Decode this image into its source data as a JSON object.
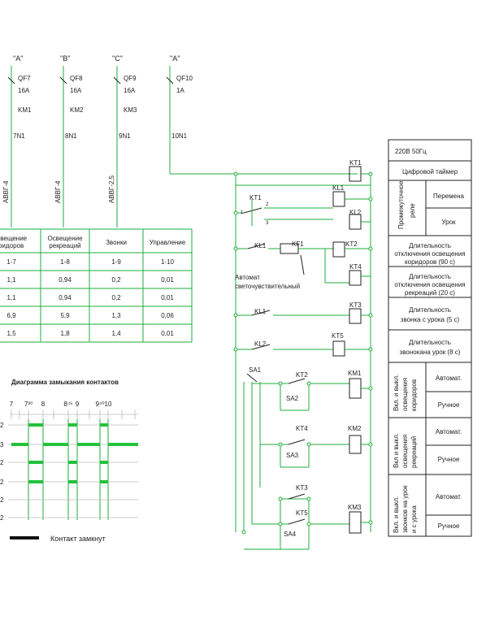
{
  "feeders": [
    {
      "phase": "\"А\"",
      "breaker": "QF7",
      "rating": "16A",
      "contactor": "KM1",
      "node": "7N1",
      "cable": "АВВГ-4"
    },
    {
      "phase": "\"В\"",
      "breaker": "QF8",
      "rating": "16A",
      "contactor": "KM2",
      "node": "8N1",
      "cable": "АВВГ-4"
    },
    {
      "phase": "\"С\"",
      "breaker": "QF9",
      "rating": "16A",
      "contactor": "KM3",
      "node": "9N1",
      "cable": "АВВГ-2,5"
    },
    {
      "phase": "\"А\"",
      "breaker": "QF10",
      "rating": "1A",
      "contactor": "",
      "node": "10N1",
      "cable": ""
    }
  ],
  "load_table": {
    "headers": [
      "Освещение коридоров",
      "Освещение рекреаций",
      "Звонки",
      "Управление"
    ],
    "rows": [
      [
        "1-7",
        "1-8",
        "1-9",
        "1-10"
      ],
      [
        "1,1",
        "0,94",
        "0,2",
        "0,01"
      ],
      [
        "1,1",
        "0,94",
        "0,2",
        "0,01"
      ],
      [
        "6,9",
        "5,9",
        "1,3",
        "0,06"
      ],
      [
        "1,5",
        "1,8",
        "1,4",
        "0,01"
      ]
    ]
  },
  "contact_diagram": {
    "title": "Диаграмма замыкания контактов",
    "ticks": [
      "7",
      "7³⁰",
      "8",
      "8⁴⁵",
      "9",
      "9⁴⁰",
      "10"
    ],
    "row_labels": [
      "2",
      "3",
      "2",
      "2",
      "2",
      "2"
    ],
    "legend": "Контакт замкнут"
  },
  "schematic_labels": {
    "kt1_coil": "KT1",
    "kl1_coil": "KL1",
    "kt1_contact": "KT1",
    "kl2_coil": "KL2",
    "kl1_contact_a": "KL1",
    "kf1": "KF1",
    "kt2_coil": "KT2",
    "kt4_coil": "KT4",
    "auto_1": "Автомат",
    "auto_2": "светочувствительный",
    "kt3_coil": "KT3",
    "kl1_contact_b": "KL1",
    "kt5_coil": "KT5",
    "kl2_contact": "KL2",
    "sa1": "SA1",
    "kt2_contact": "KT2",
    "sa2": "SA2",
    "km1": "KM1",
    "kt4_contact": "KT4",
    "sa3": "SA3",
    "km2": "KM2",
    "kt3_contact": "KT3",
    "kt5_contact": "KT5",
    "sa4": "SA4",
    "km3": "KM3"
  },
  "legend_table": {
    "supply": "220В  50Гц",
    "timer": "Цифровой таймер",
    "relay": "Промежуточное реле",
    "relay_break": "Перемена",
    "relay_lesson": "Урок",
    "dur_corridors": "Длительность отключения освещения коридоров (90 с)",
    "dur_recreation": "Длительность отключения освещения рекреаций (20 с)",
    "bell_from": "Длительность звонка с урока (5 с)",
    "bell_to": "Длительность звонка на урок (8 с)",
    "group_corridors": "Вкл. и выкл. освещения коридоров",
    "group_recreation": "Вкл. и выкл. освещения рекреаций",
    "group_bells": "Вкл. и выкл. звонков на урок и с урока",
    "auto": "Автомат.",
    "manual": "Ручное"
  }
}
